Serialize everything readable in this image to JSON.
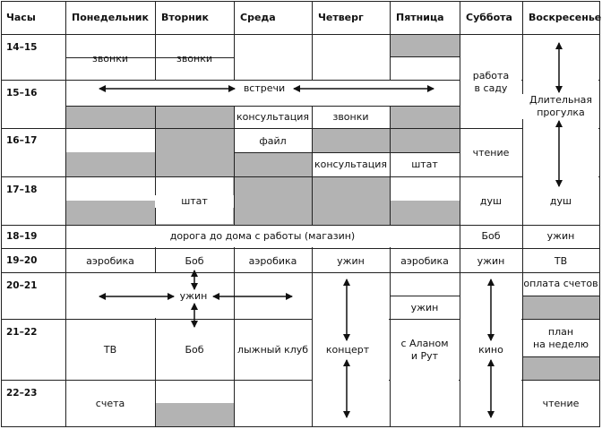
{
  "header": {
    "hours": "Часы",
    "days": [
      "Понедельник",
      "Вторник",
      "Среда",
      "Четверг",
      "Пятница",
      "Суббота",
      "Воскресенье"
    ]
  },
  "time_slots": [
    "14–15",
    "15–16",
    "16–17",
    "17–18",
    "18–19",
    "19–20",
    "20–21",
    "21–22",
    "22–23"
  ],
  "activities": {
    "zvonki": "звонки",
    "vstrechi": "встречи",
    "rabota_v_sadu": "работа\nв саду",
    "dlitelnaya_progulka": "Длительная\nпрогулка",
    "konsultatsiya": "консультация",
    "fail": "файл",
    "chtenie": "чтение",
    "shtat": "штат",
    "dush": "душ",
    "doroga": "дорога до дома с работы (магазин)",
    "bob": "Боб",
    "uzhin": "ужин",
    "aerobika": "аэробика",
    "tv": "ТВ",
    "oplata_schetov": "оплата счетов",
    "konsert": "концерт",
    "s_alanom": "с Аланом\nи Рут",
    "kino": "кино",
    "plan_na_nedelyu": "план\nна неделю",
    "lyzhny_klub": "лыжный клуб",
    "scheta": "счета"
  },
  "colors": {
    "shaded": "#b3b3b3",
    "grid": "#222222",
    "background": "#ffffff"
  }
}
